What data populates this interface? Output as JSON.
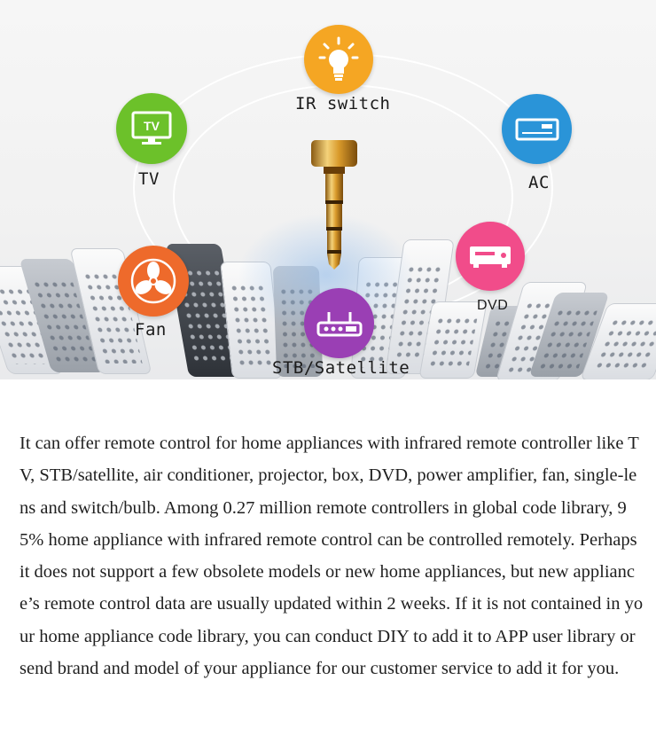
{
  "diagram": {
    "labels": {
      "ir_switch": "IR switch",
      "tv": "TV",
      "ac": "AC",
      "fan": "Fan",
      "dvd": "DVD",
      "stb": "STB/Satellite"
    },
    "icon_text": {
      "tv": "TV"
    },
    "icons": {
      "ir_switch": "lightbulb-icon",
      "tv": "tv-icon",
      "ac": "air-conditioner-icon",
      "fan": "fan-icon",
      "dvd": "dvd-player-icon",
      "stb": "router-icon"
    },
    "colors": {
      "ir_switch": "#f5a623",
      "tv": "#6cc12a",
      "ac": "#2a94d8",
      "fan": "#ee6a2b",
      "dvd": "#f14c8a",
      "stb": "#9a3fb4"
    }
  },
  "description": "It can offer remote control for home appliances with infrared remote controller like TV, STB/satellite, air conditioner, projector, box, DVD, power amplifier, fan, single-lens and switch/bulb. Among 0.27 million remote controllers in global code library, 95% home appliance with infrared remote control can be controlled remotely. Perhaps it does not support a few obsolete models or new home appliances, but new appliance’s remote control data are usually updated within 2 weeks. If it is not contained in your home appliance code library, you can conduct DIY to add it to APP user library or send brand and model of your appliance for our customer service to add it for you."
}
